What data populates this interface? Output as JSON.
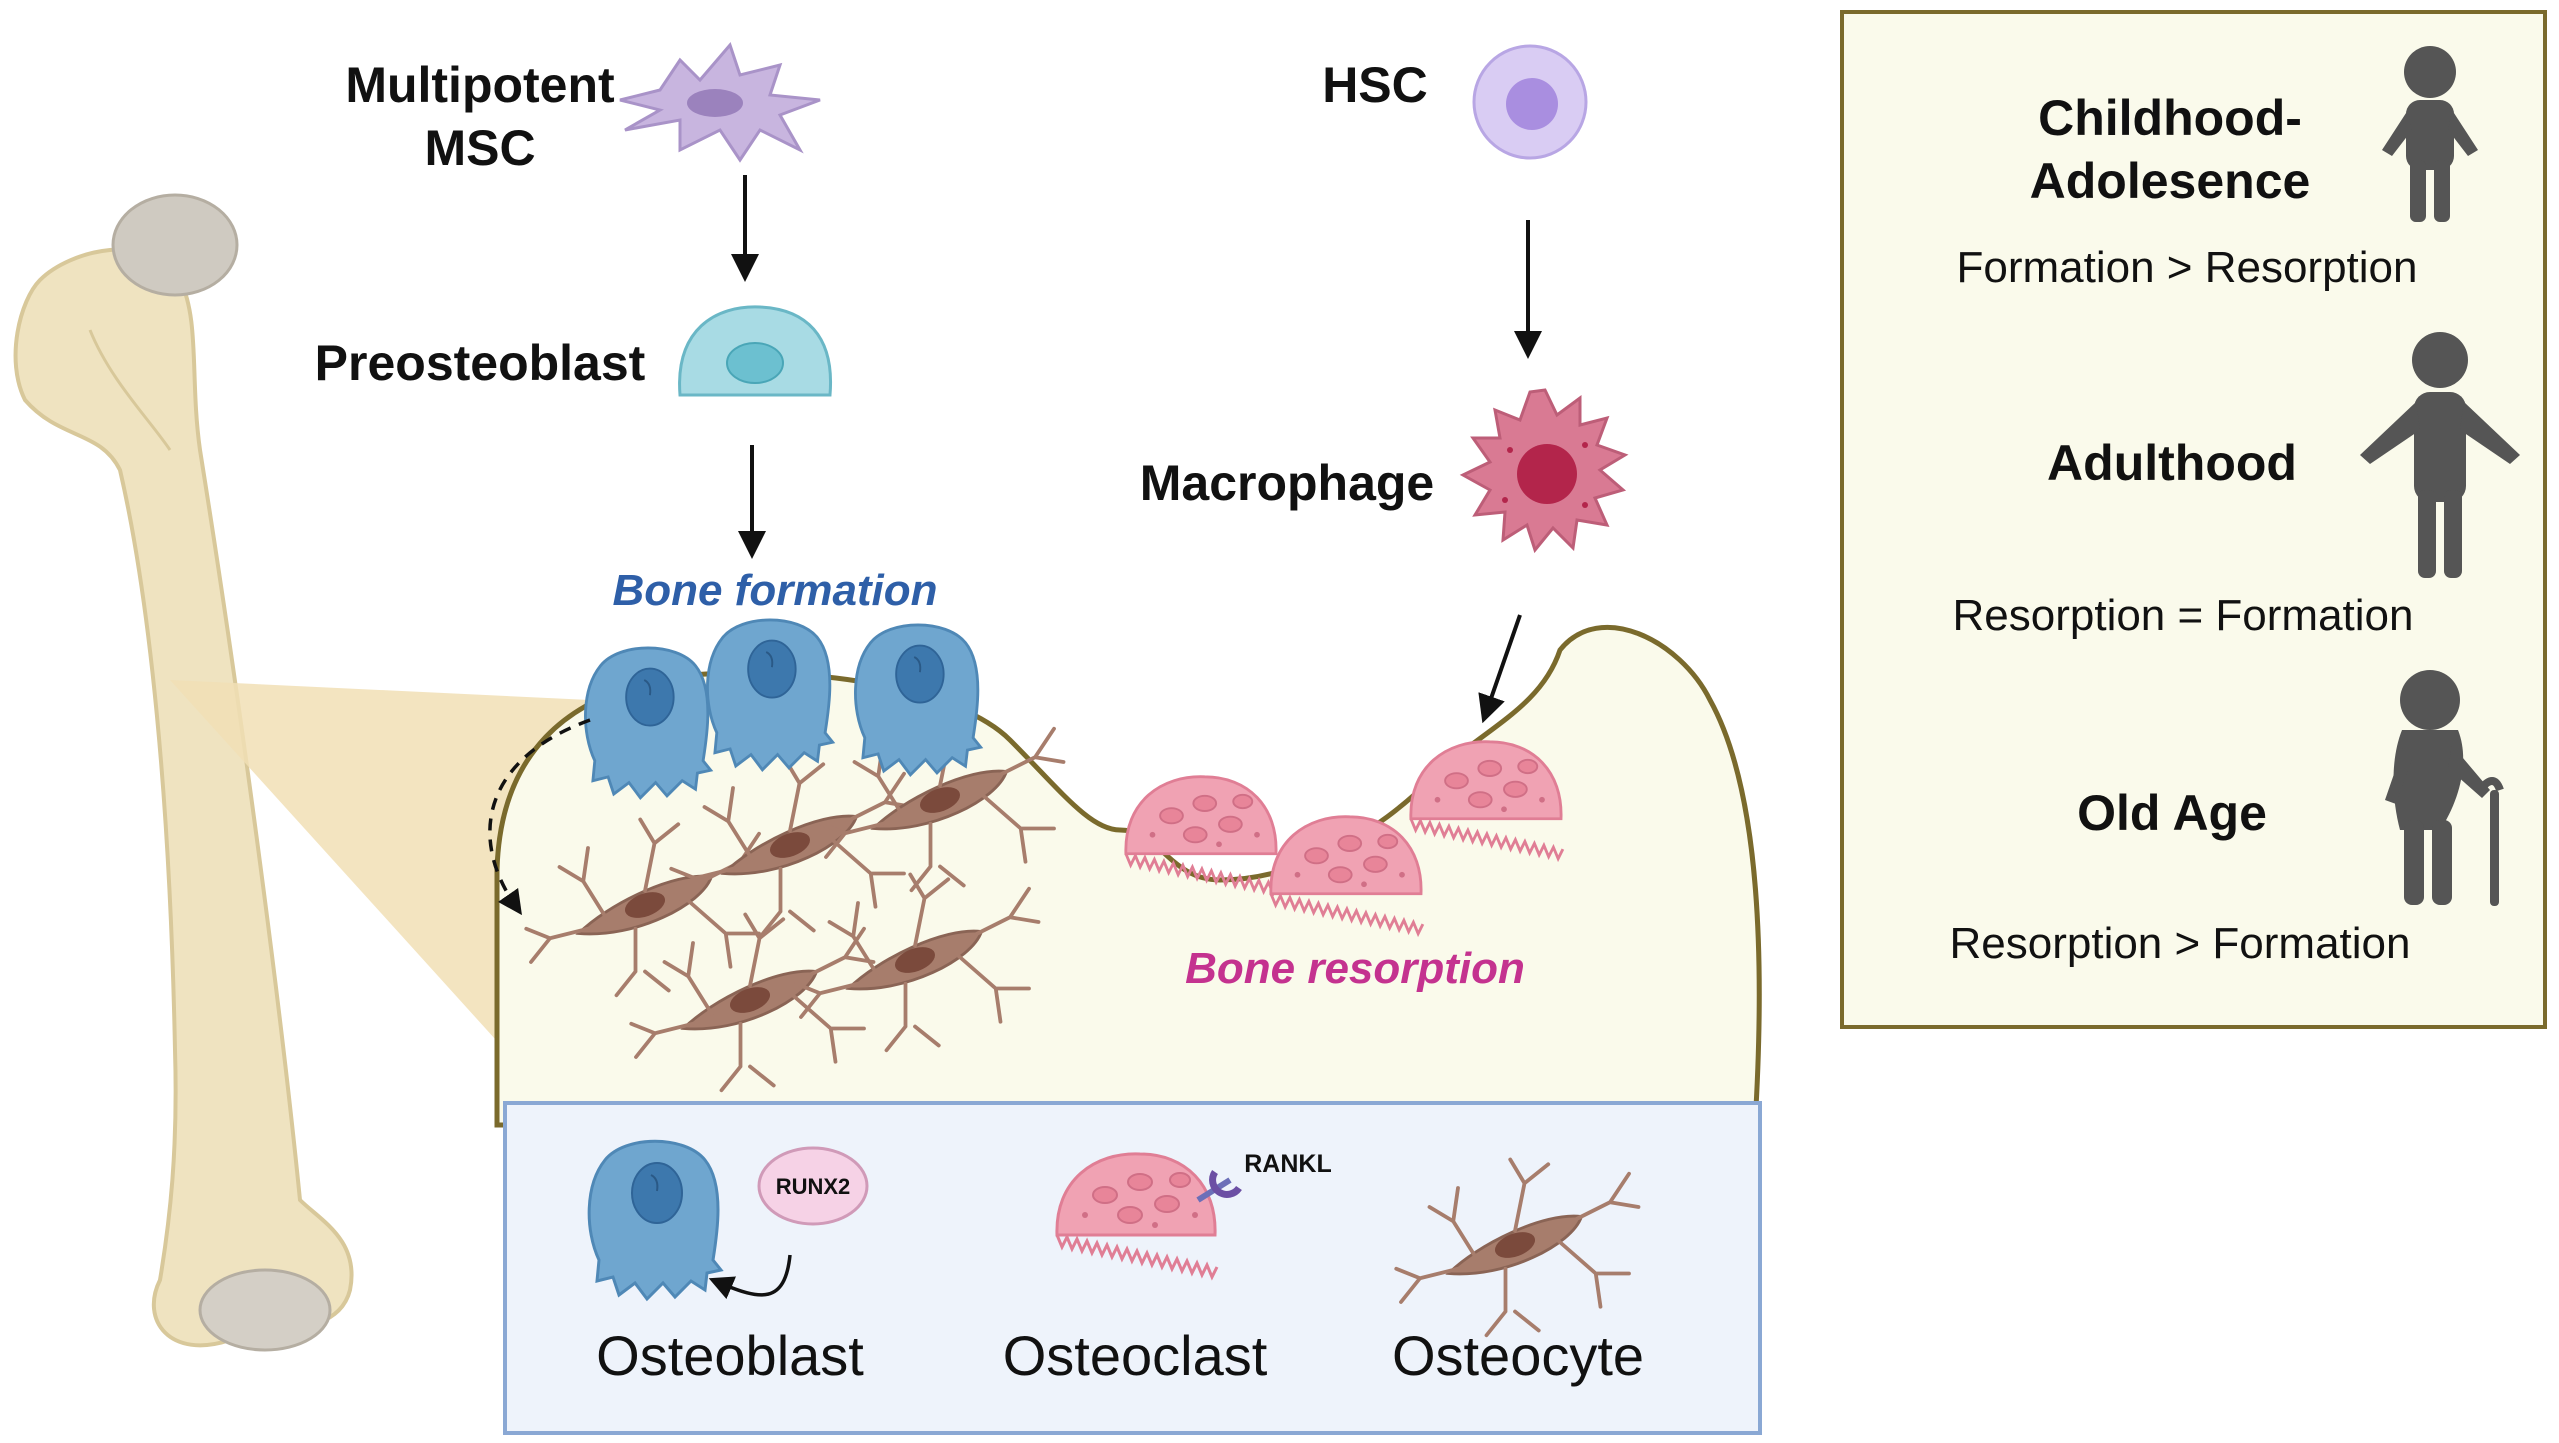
{
  "labels": {
    "msc_line1": "Multipotent",
    "msc_line2": "MSC",
    "preosteoblast": "Preosteoblast",
    "hsc": "HSC",
    "macrophage": "Macrophage",
    "bone_formation": "Bone formation",
    "bone_resorption": "Bone resorption"
  },
  "legend": {
    "osteoblast": "Osteoblast",
    "osteoclast": "Osteoclast",
    "osteocyte": "Osteocyte",
    "runx2": "RUNX2",
    "rankl": "RANKL"
  },
  "life_stages": [
    {
      "title_line1": "Childhood-",
      "title_line2": "Adolesence",
      "relation": "Formation > Resorption"
    },
    {
      "title_line1": "Adulthood",
      "title_line2": "",
      "relation": "Resorption = Formation"
    },
    {
      "title_line1": "Old Age",
      "title_line2": "",
      "relation": "Resorption > Formation"
    }
  ],
  "colors": {
    "formation_text": "#2e5fa8",
    "resorption_text": "#c4328f",
    "osteoblast": "#6fa6cf",
    "osteoclast": "#f0a2b3",
    "osteocyte": "#a77d6c",
    "bone": "#efe3c0",
    "panel_border": "#7a6a2c",
    "panel_fill": "#fafaeb",
    "legend_border": "#8aa8d4",
    "legend_fill": "#eef3fb",
    "silhouette": "#555555"
  }
}
